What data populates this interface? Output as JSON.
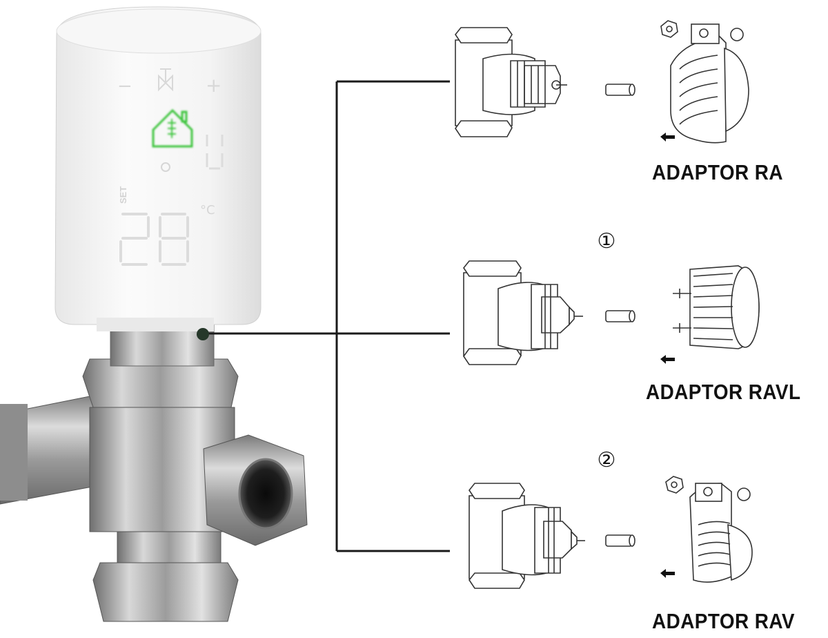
{
  "thermostat": {
    "minus_symbol": "−",
    "plus_symbol": "+",
    "set_label": "SET",
    "unit_label": "°C",
    "home_icon_color": "#3ec43e"
  },
  "adaptors": [
    {
      "label": "ADAPTOR RA",
      "badge": ""
    },
    {
      "label": "ADAPTOR RAVL",
      "badge": "①"
    },
    {
      "label": "ADAPTOR RAV",
      "badge": "②"
    }
  ],
  "colors": {
    "connector_line": "#1a1a1a",
    "connector_dot": "#26382a",
    "drawing_stroke": "#333333"
  }
}
